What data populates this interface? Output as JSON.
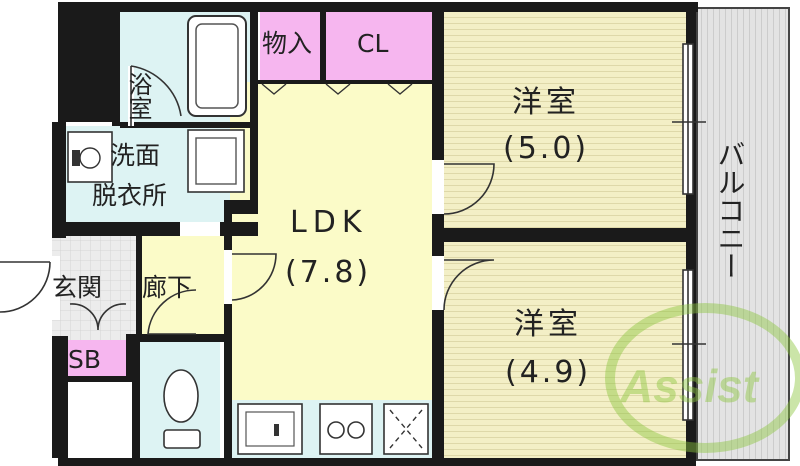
{
  "rooms": {
    "bath": "浴室",
    "storage": "物入",
    "closet": "CL",
    "washroom_line1": "洗面",
    "washroom_line2": "脱衣所",
    "western1_name": "洋室",
    "western1_size": "(5.0)",
    "western2_name": "洋室",
    "western2_size": "(4.9)",
    "ldk_name": "LDK",
    "ldk_size": "(7.8)",
    "entrance": "玄関",
    "hallway": "廊下",
    "shoebox": "SB",
    "balcony": "バルコニー"
  },
  "watermark": "Assist",
  "colors": {
    "wall": "#1a1a1a",
    "ldk": "#fbfbc8",
    "western": "#f3efc6",
    "wet": "#ddf3f3",
    "storage": "#f6b6ef",
    "balcony": "#e3e3e3",
    "hall": "#fbfbc8",
    "tile": "#e8e8e8",
    "watermark": "#8cc63f"
  }
}
